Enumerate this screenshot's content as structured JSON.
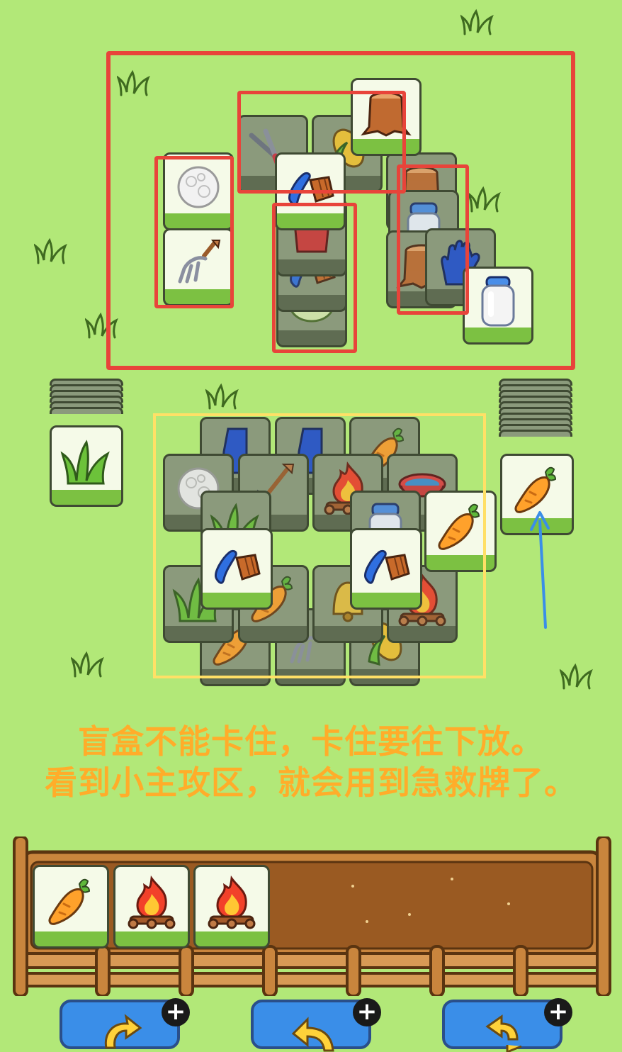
{
  "caption": {
    "line1": "盲盒不能卡住，卡住要往下放。",
    "line2": "看到小主攻区，就会用到急救牌了。"
  },
  "colors": {
    "background": "#b2e878",
    "highlight_red": "#e8443a",
    "highlight_yellow": "#ffe066",
    "arrow_blue": "#3a8ee8",
    "caption_orange": "#ffad2a"
  },
  "top_board": {
    "tiles": [
      "stump-icon",
      "scissors-icon",
      "corn-icon",
      "brush-icon",
      "cotton-icon",
      "pitchfork-icon",
      "pot-icon",
      "brush-icon",
      "cabbage-icon",
      "stump-icon",
      "jar-icon",
      "stump-icon",
      "glove-icon",
      "milk-jar-icon"
    ]
  },
  "middle_board": {
    "left_stack_top": "grass-icon",
    "right_stack_top": "carrot-icon",
    "tiles": [
      "boot-icon",
      "boot-icon",
      "carrot-icon",
      "cotton-icon",
      "shovel-icon",
      "fire-icon",
      "bowl-icon",
      "grass-icon",
      "jar-icon",
      "carrot-icon",
      "brush-icon",
      "brush-icon",
      "grass-icon",
      "carrot-icon",
      "bell-icon",
      "fire-icon",
      "carrot-icon",
      "pitchfork-icon",
      "corn-icon"
    ]
  },
  "tray": {
    "slots": [
      "carrot-icon",
      "fire-icon",
      "fire-icon"
    ]
  },
  "buttons": [
    "undo-button",
    "back-button",
    "shuffle-button"
  ]
}
